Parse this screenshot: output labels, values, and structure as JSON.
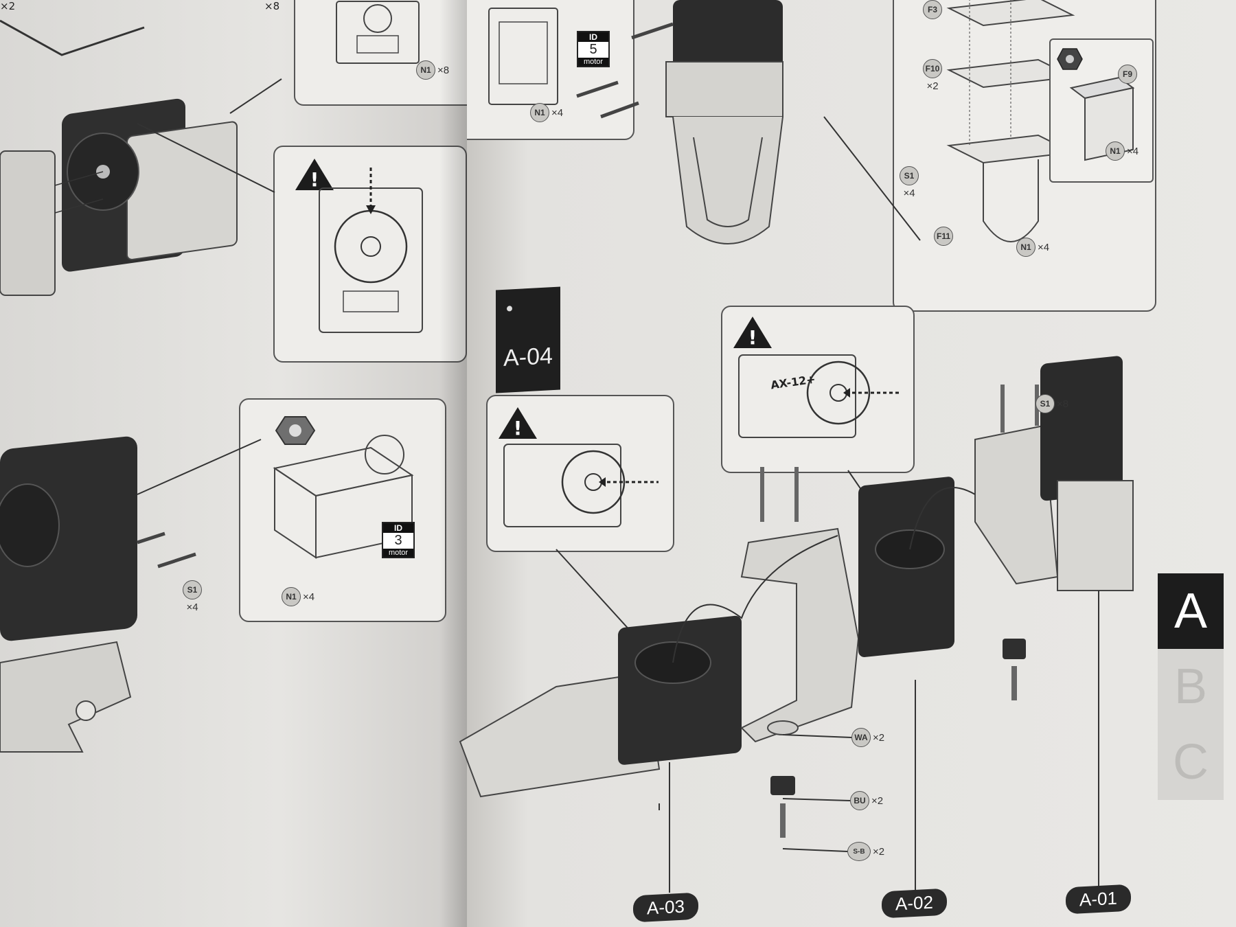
{
  "step": {
    "title": "A-04"
  },
  "tabs": [
    {
      "label": "A",
      "active": true
    },
    {
      "label": "B",
      "active": false
    },
    {
      "label": "C",
      "active": false
    }
  ],
  "parts": {
    "s1_right": {
      "code": "S1",
      "qty": "×8"
    },
    "s1_left": {
      "code": "S1",
      "qty": "×4"
    },
    "n1_left": {
      "code": "N1",
      "qty": "×4"
    },
    "n1_topleft": {
      "code": "N1",
      "qty": "×8"
    },
    "n1_topmid": {
      "code": "N1",
      "qty": "×4"
    },
    "wa": {
      "code": "WA",
      "qty": "×2"
    },
    "bu": {
      "code": "BU",
      "qty": "×2"
    },
    "sb": {
      "code": "S-B",
      "qty": "×2"
    },
    "f3": {
      "code": "F3"
    },
    "f10": {
      "code": "F10",
      "qty": "×2"
    },
    "f9": {
      "code": "F9"
    },
    "n1_f9": {
      "code": "N1",
      "qty": "×4"
    },
    "s1_top": {
      "code": "S1",
      "qty": "×4"
    },
    "f11": {
      "code": "F11"
    },
    "n1_f11": {
      "code": "N1",
      "qty": "×4"
    }
  },
  "motor_ids": [
    {
      "id_label": "ID",
      "number": "5",
      "caption": "motor"
    },
    {
      "id_label": "ID",
      "number": "3",
      "caption": "motor"
    }
  ],
  "servo_label": "AX-12+",
  "assemblies": [
    {
      "label": "A-03"
    },
    {
      "label": "A-02"
    },
    {
      "label": "A-01"
    }
  ],
  "corner_text": {
    "top_left_1": "×2",
    "top_left_2": "×8"
  },
  "colors": {
    "panel_bg": "#eeedea",
    "servo_dark": "#2b2b2b",
    "frame_light": "#d8d7d3",
    "tab_active": "#1c1c1c"
  }
}
